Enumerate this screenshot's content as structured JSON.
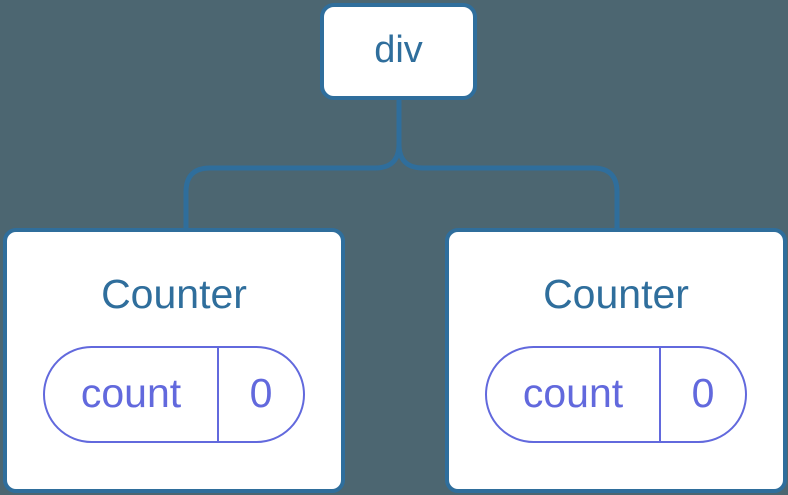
{
  "colors": {
    "background": "#4C6671",
    "blue": "#2F6E9C",
    "purple": "#6269DD",
    "card_bg": "#FFFFFF"
  },
  "root": {
    "label": "div"
  },
  "children": [
    {
      "title": "Counter",
      "state_key": "count",
      "state_value": "0"
    },
    {
      "title": "Counter",
      "state_key": "count",
      "state_value": "0"
    }
  ]
}
